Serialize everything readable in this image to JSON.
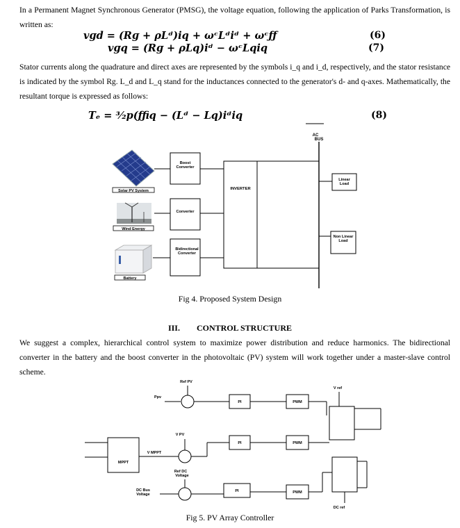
{
  "intro": "In a Permanent Magnet Synchronous Generator (PMSG), the voltage equation, following the application of Parks Transformation, is written as:",
  "equations": {
    "eq6": "vɡd = (Rɡ + ρLᵈ)iq + ωᶜLᵈiᵈ + ωᶜƒƒ",
    "eq6_num": "(6)",
    "eq7": "vɡq = (Rɡ + ρLq)iᵈ − ωᶜLqiq",
    "eq7_num": "(7)",
    "eq8": "Tₑ = ³⁄₂p(ƒƒiq − (Lᵈ − Lq)iᵈiq",
    "eq8_num": "(8)"
  },
  "para_stator": "Stator currents along the quadrature and direct axes are represented by the symbols i_q and i_d, respectively, and the stator resistance is indicated by the symbol Rg. L_d and L_q stand for the inductances connected to the generator's d- and q-axes. Mathematically, the resultant torque is expressed as  follows:",
  "fig4": {
    "ac_bus": "AC BUS",
    "solar_label": "Solar PV System",
    "wind_label": "Wind Energy",
    "battery_label": "Battery",
    "boost": [
      "Boost",
      "Converter"
    ],
    "converter": "Converter",
    "bidirectional": [
      "Bidirectional",
      "Converter"
    ],
    "inverter": "INVERTER",
    "linear": [
      "Linear",
      "Load"
    ],
    "nonlinear": [
      "Non Linear",
      "Load"
    ],
    "caption": "Fig 4. Proposed System Design"
  },
  "section": {
    "number": "III.",
    "title": "CONTROL STRUCTURE"
  },
  "para_control": "We suggest a complex, hierarchical control system to maximize power distribution and reduce harmonics. The bidirectional converter in the battery and the boost converter in the photovoltaic (PV) system will work together under a master-slave control scheme.",
  "fig5": {
    "ref_pv": "Ref PV",
    "ppv": "Ppv",
    "v_pv": "V PV",
    "v_mppt": "V MPPT",
    "mppt": "MPPT",
    "ref_dc": [
      "Ref DC",
      "Voltage"
    ],
    "dc_bus": [
      "DC Bus",
      "Voltage"
    ],
    "pi": "PI",
    "pwm": "PWM",
    "v_ref": "V ref",
    "dc_ref": "DC ref",
    "caption": "Fig 5. PV Array Controller"
  }
}
